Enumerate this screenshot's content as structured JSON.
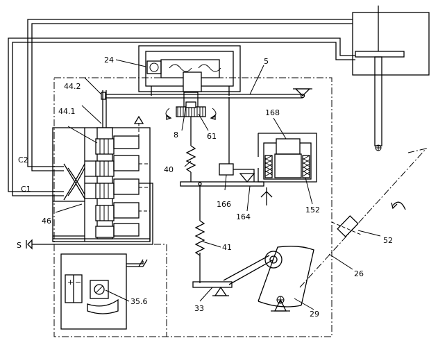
{
  "diagram": {
    "labels": {
      "l24": "24",
      "l5": "5",
      "l44_2": "44.2",
      "l44_1": "44.1",
      "l8": "8",
      "l61": "61",
      "l168": "168",
      "l40": "40",
      "l166": "166",
      "l164": "164",
      "l152": "152",
      "lC2": "C2",
      "lC1": "C1",
      "l46": "46",
      "lS": "S",
      "l41": "41",
      "l52": "52",
      "l26": "26",
      "l35_6": "35.6",
      "l33": "33",
      "l29": "29"
    },
    "gauge_symbols": {
      "plus": "+",
      "minus": "−"
    }
  }
}
